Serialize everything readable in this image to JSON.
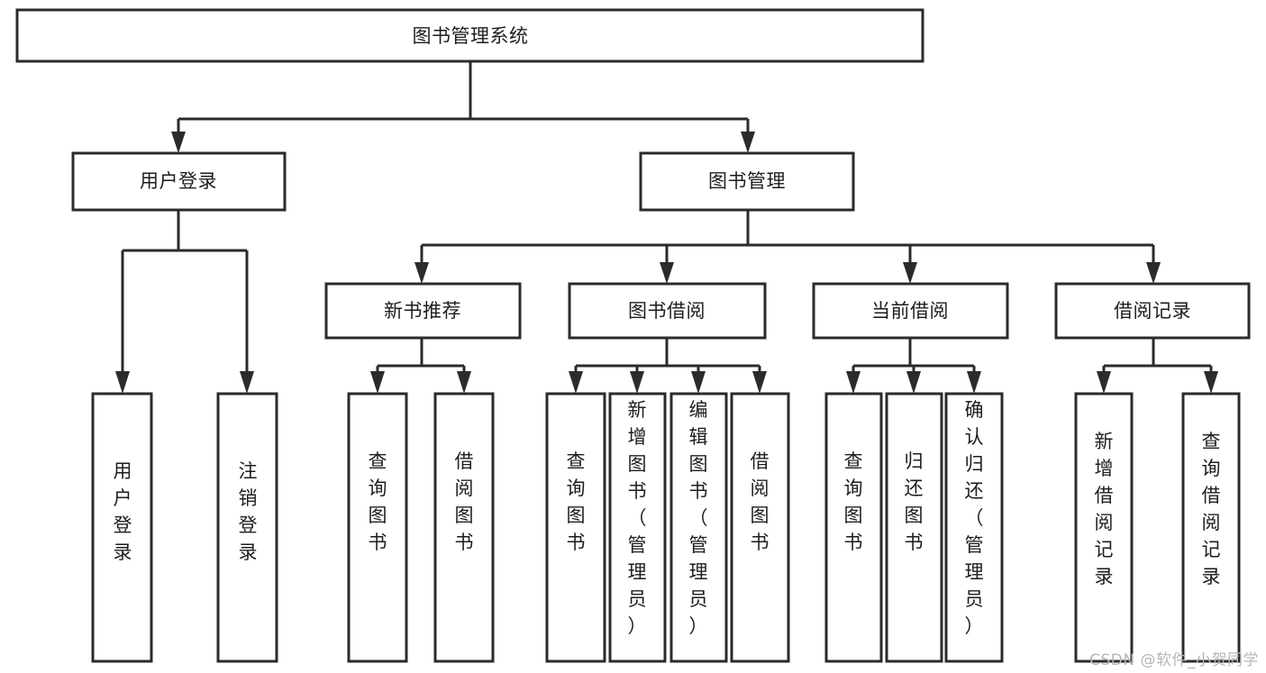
{
  "diagram": {
    "title": "图书管理系统",
    "type": "tree-hierarchy-flowchart",
    "colors": {
      "stroke": "#2b2b2b",
      "fill": "#ffffff",
      "text": "#1d1d1d",
      "background": "#ffffff",
      "watermark": "#b6b6b6"
    },
    "root": {
      "label": "图书管理系统"
    },
    "level2": [
      {
        "label": "用户登录"
      },
      {
        "label": "图书管理"
      }
    ],
    "level3": [
      {
        "label": "新书推荐"
      },
      {
        "label": "图书借阅"
      },
      {
        "label": "当前借阅"
      },
      {
        "label": "借阅记录"
      }
    ],
    "leaves": {
      "user_login": [
        {
          "label": "用户登录"
        },
        {
          "label": "注销登录"
        }
      ],
      "new_book_recommend": [
        {
          "label": "查询图书"
        },
        {
          "label": "借阅图书"
        }
      ],
      "book_borrow": [
        {
          "label": "查询图书"
        },
        {
          "label": "新增图书（管理员）"
        },
        {
          "label": "编辑图书（管理员）"
        },
        {
          "label": "借阅图书"
        }
      ],
      "current_borrow": [
        {
          "label": "查询图书"
        },
        {
          "label": "归还图书"
        },
        {
          "label": "确认归还（管理员）"
        }
      ],
      "borrow_record": [
        {
          "label": "新增借阅记录"
        },
        {
          "label": "查询借阅记录"
        }
      ]
    }
  },
  "watermark": {
    "text": "CSDN @软件_小贺同学"
  }
}
